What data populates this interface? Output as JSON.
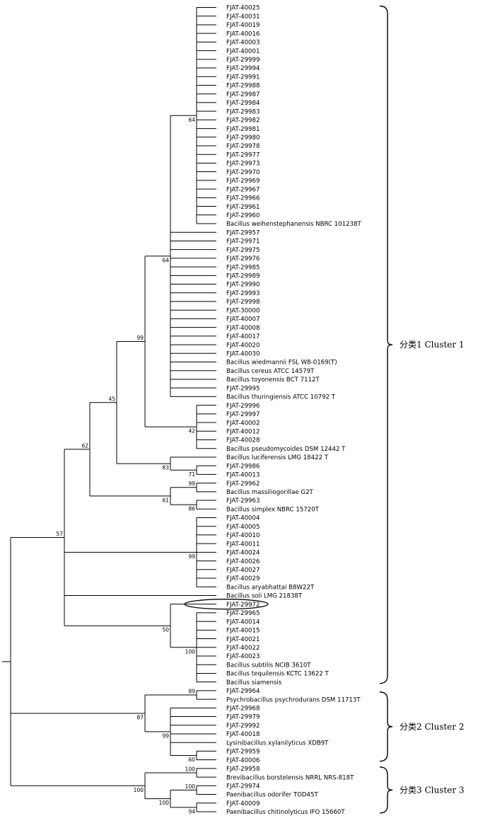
{
  "tree": {
    "leaves": [
      "FJAT-40025",
      "FJAT-40031",
      "FJAT-40019",
      "FJAT-40016",
      "FJAT-40003",
      "FJAT-40001",
      "FJAT-29999",
      "FJAT-29994",
      "FJAT-29991",
      "FJAT-29988",
      "FJAT-29987",
      "FJAT-29984",
      "FJAT-29983",
      "FJAT-29982",
      "FJAT-29981",
      "FJAT-29980",
      "FJAT-29978",
      "FJAT-29977",
      "FJAT-29973",
      "FJAT-29970",
      "FJAT-29969",
      "FJAT-29967",
      "FJAT-29966",
      "FJAT-29961",
      "FJAT-29960",
      "Bacillus weihenstephanensis NBRC 101238T",
      "FJAT-29957",
      "FJAT-29971",
      "FJAT-29975",
      "FJAT-29976",
      "FJAT-29985",
      "FJAT-29989",
      "FJAT-29990",
      "FJAT-29993",
      "FJAT-29998",
      "FJAT-30000",
      "FJAT-40007",
      "FJAT-40008",
      "FJAT-40017",
      "FJAT-40020",
      "FJAT-40030",
      "Bacillus wiedmannii FSL W8-0169(T)",
      "Bacillus cereus ATCC 14579T",
      "Bacillus toyonensis BCT 7112T",
      "FJAT-29995",
      "Bacillus thuringiensis ATCC 10792 T",
      "FJAT-29996",
      "FJAT-29997",
      "FJAT-40002",
      "FJAT-40012",
      "FJAT-40028",
      "Bacillus pseudomycoides DSM 12442 T",
      "Bacillus luciferensis LMG 18422 T",
      "FJAT-29986",
      "FJAT-40013",
      "FJAT-29962",
      "Bacillus massiliogorillae G2T",
      "FJAT-29963",
      "Bacillus simplex NBRC 15720T",
      "FJAT-40004",
      "FJAT-40005",
      "FJAT-40010",
      "FJAT-40011",
      "FJAT-40024",
      "FJAT-40026",
      "FJAT-40027",
      "FJAT-40029",
      "Bacillus aryabhattai B8W22T",
      "Bacillus soli LMG 21838T",
      "FJAT-29972",
      "FJAT-29965",
      "FJAT-40014",
      "FJAT-40015",
      "FJAT-40021",
      "FJAT-40022",
      "FJAT-40023",
      "Bacillus subtilis NCIB 3610T",
      "Bacillus tequilensis KCTC 13622 T",
      "Bacillus siamensis",
      "FJAT-29964",
      "Psychrobacillus psychrodurans DSM 11713T",
      "FJAT-29968",
      "FJAT-29979",
      "FJAT-29992",
      "FJAT-40018",
      "Lysinibacillus xylanilyticus XDB9T",
      "FJAT-29959",
      "FJAT-40006",
      "FJAT-29958",
      "Brevibacillus borstelensis NRRL NRS-818T",
      "FJAT-29974",
      "Paenibacillus odorifer TOD45T",
      "FJAT-40009",
      "Paenibacillus chitinolyticus IFO 15660T"
    ],
    "highlighted_leaf": "FJAT-29972",
    "bootstrap_values": [
      "64",
      "64",
      "99",
      "45",
      "42",
      "83",
      "71",
      "62",
      "99",
      "61",
      "86",
      "57",
      "99",
      "50",
      "100",
      "89",
      "87",
      "99",
      "60",
      "100",
      "100",
      "100",
      "94",
      "100"
    ],
    "clusters": [
      {
        "label": "分类1  Cluster 1"
      },
      {
        "label": "分类2  Cluster 2"
      },
      {
        "label": "分类3  Cluster 3"
      }
    ]
  }
}
